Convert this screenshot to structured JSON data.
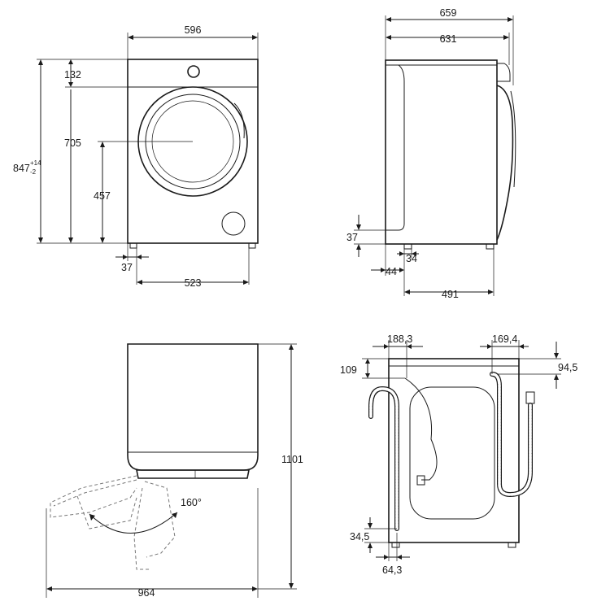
{
  "front_view": {
    "width": "596",
    "top_panel": "132",
    "door_top": "705",
    "height": "847",
    "height_tol_plus": "+14",
    "height_tol_minus": "-2",
    "door_center": "457",
    "foot_offset": "37",
    "foot_span": "523"
  },
  "side_view": {
    "depth_total": "659",
    "depth_body": "631",
    "foot_height": "37",
    "foot_width": "34",
    "foot_offset": "44",
    "foot_span": "491"
  },
  "top_view": {
    "total_height": "1101",
    "door_depth": "964",
    "door_angle": "160°"
  },
  "back_view": {
    "inlet_left_x": "188,3",
    "inlet_right_x": "169,4",
    "top_left_y": "109",
    "top_right_y": "94,5",
    "bottom_y": "34,5",
    "bottom_x": "64,3"
  }
}
